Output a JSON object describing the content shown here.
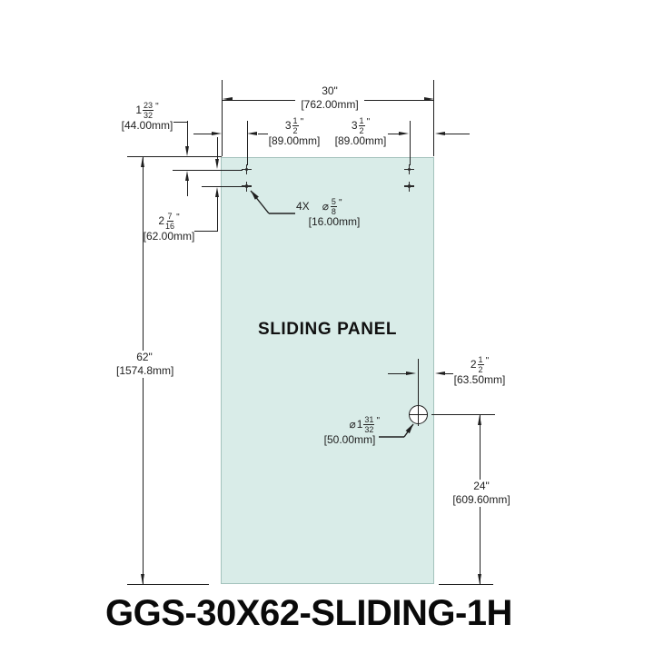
{
  "title": "GGS-30X62-SLIDING-1H",
  "panel": {
    "label": "SLIDING PANEL",
    "fill_color": "#d9ece8",
    "border_color": "#a3c2bc"
  },
  "line_color": "#1f1f1f",
  "dimensions": {
    "overall_width": {
      "inch": "30\"",
      "mm": "[762.00mm]"
    },
    "left_hole_offset": {
      "whole": "3",
      "num": "1",
      "den": "2",
      "unit": "\"",
      "mm": "[89.00mm]"
    },
    "right_hole_offset": {
      "whole": "3",
      "num": "1",
      "den": "2",
      "unit": "\"",
      "mm": "[89.00mm]"
    },
    "top_to_first_hole": {
      "whole": "1",
      "num": "23",
      "den": "32",
      "unit": "\"",
      "mm": "[44.00mm]"
    },
    "first_to_second_hole": {
      "whole": "2",
      "num": "7",
      "den": "16",
      "unit": "\"",
      "mm": "[62.00mm]"
    },
    "overall_height": {
      "inch": "62\"",
      "mm": "[1574.8mm]"
    },
    "mount_hole_callout": {
      "qty": "4X",
      "dia": "⌀",
      "num": "5",
      "den": "8",
      "unit": "\"",
      "mm": "[16.00mm]"
    },
    "handle_hole_edge_offset": {
      "whole": "2",
      "num": "1",
      "den": "2",
      "unit": "\"",
      "mm": "[63.50mm]"
    },
    "handle_hole_callout": {
      "dia": "⌀",
      "whole": "1",
      "num": "31",
      "den": "32",
      "unit": "\"",
      "mm": "[50.00mm]"
    },
    "handle_hole_height": {
      "inch": "24\"",
      "mm": "[609.60mm]"
    }
  }
}
